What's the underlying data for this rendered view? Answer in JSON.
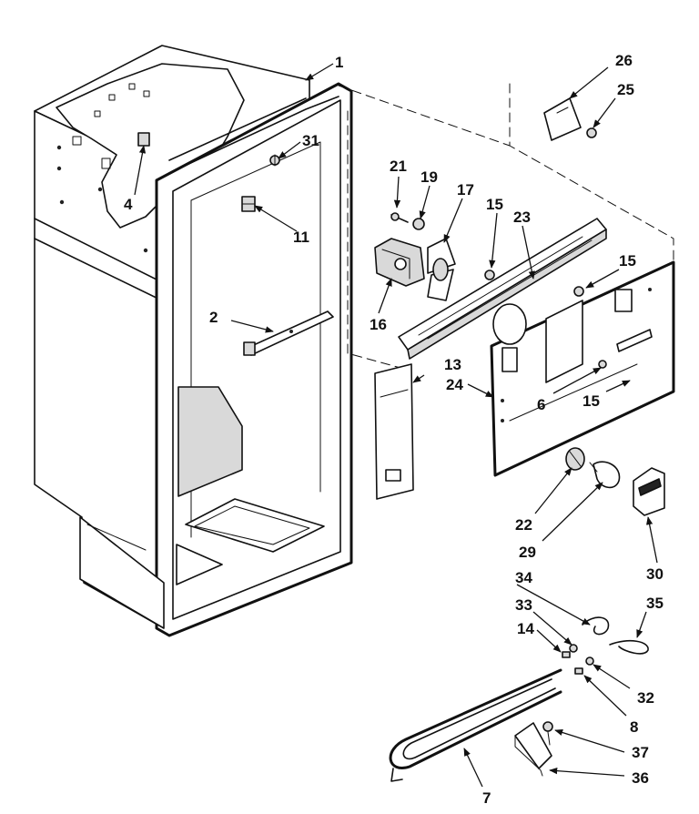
{
  "callouts": {
    "c1": "1",
    "c2": "2",
    "c4": "4",
    "c6": "6",
    "c7": "7",
    "c8": "8",
    "c11": "11",
    "c13": "13",
    "c14": "14",
    "c15a": "15",
    "c15b": "15",
    "c15c": "15",
    "c16": "16",
    "c17": "17",
    "c19": "19",
    "c21": "21",
    "c22": "22",
    "c23": "23",
    "c24": "24",
    "c25": "25",
    "c26": "26",
    "c29": "29",
    "c30": "30",
    "c31": "31",
    "c32": "32",
    "c33": "33",
    "c34": "34",
    "c35": "35",
    "c36": "36",
    "c37": "37"
  }
}
